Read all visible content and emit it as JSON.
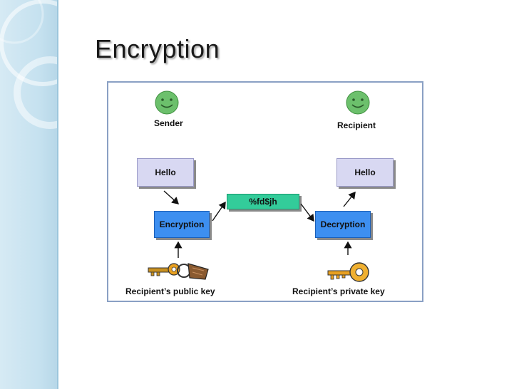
{
  "slide": {
    "title": "Encryption"
  },
  "diagram": {
    "sender_label": "Sender",
    "recipient_label": "Recipient",
    "plaintext_left": "Hello",
    "plaintext_right": "Hello",
    "encrypt_label": "Encryption",
    "decrypt_label": "Decryption",
    "ciphertext": "%fd$jh",
    "public_key_label": "Recipient’s public key",
    "private_key_label": "Recipient’s private key"
  },
  "colors": {
    "face": "#6cc06c",
    "plaintext_box": "#d8d8f2",
    "process_box": "#3d8ff0",
    "cipher_box": "#33cc9a",
    "frame_border": "#8aa0c4",
    "key_gold": "#e8a020"
  },
  "icons": [
    "smiley-face-icon",
    "key-ring-icon",
    "gold-key-icon",
    "arrow-icon"
  ]
}
